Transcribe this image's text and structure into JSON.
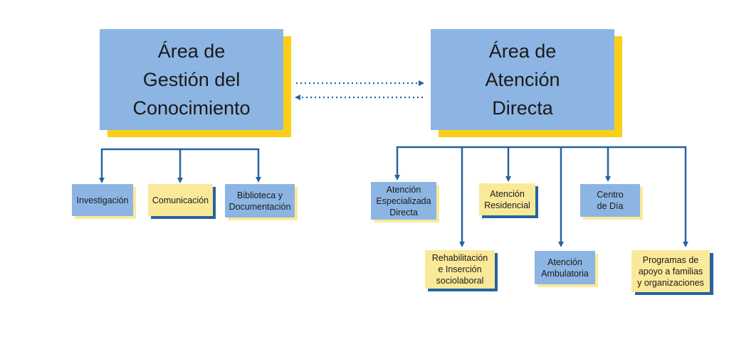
{
  "colors": {
    "box_blue": "#8db5e3",
    "box_yellow": "#fbe99a",
    "shadow_gold": "#fccf17",
    "shadow_navy": "#2464a0",
    "connector": "#2464a0"
  },
  "main_areas": {
    "knowledge": {
      "label": "Área de\nGestión del\nConocimiento"
    },
    "direct": {
      "label": "Área de\nAtención\nDirecta"
    }
  },
  "knowledge_units": {
    "research": {
      "label": "Investigación"
    },
    "communication": {
      "label": "Comunicación"
    },
    "library": {
      "label": "Biblioteca y\nDocumentación"
    }
  },
  "direct_units": {
    "specialized": {
      "label": "Atención\nEspecializada\nDirecta"
    },
    "residential": {
      "label": "Atención\nResidencial"
    },
    "day_center": {
      "label": "Centro\nde Día"
    },
    "rehab": {
      "label": "Rehabilitación\ne Inserción\nsociolaboral"
    },
    "outpatient": {
      "label": "Atención\nAmbulatoria"
    },
    "programs": {
      "label": "Programas de\napoyo a familias\ny organizaciones"
    }
  }
}
